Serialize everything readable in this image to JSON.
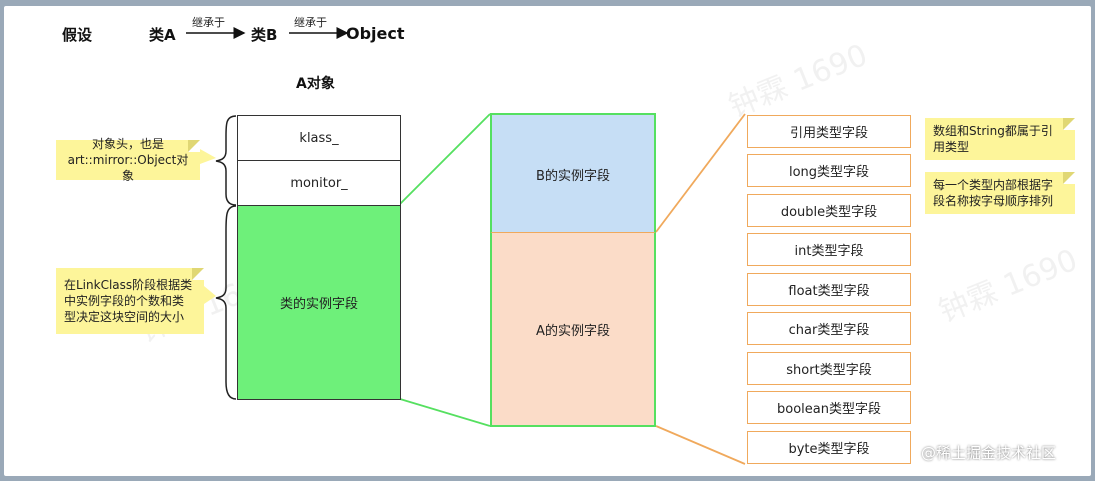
{
  "header": {
    "assume": "假设",
    "class_a": "类A",
    "class_b": "类B",
    "object": "Object",
    "inherit_label_1": "继承于",
    "inherit_label_2": "继承于"
  },
  "object_title": "A对象",
  "object_blocks": {
    "klass": "klass_",
    "monitor": "monitor_",
    "instance_fields": "类的实例字段"
  },
  "notes": {
    "header_note": [
      "对象头，也是",
      "art::mirror::Object对象"
    ],
    "linkclass_note": [
      "在LinkClass阶段根据类",
      "中实例字段的个数和类",
      "型决定这块空间的大小"
    ],
    "ref_note": [
      "数组和String都属于引",
      "用类型"
    ],
    "sort_note": [
      "每一个类型内部根据字",
      "段名称按字母顺序排列"
    ]
  },
  "middle_blocks": {
    "b_fields": "B的实例字段",
    "a_fields": "A的实例字段"
  },
  "field_types": [
    "引用类型字段",
    "long类型字段",
    "double类型字段",
    "int类型字段",
    "float类型字段",
    "char类型字段",
    "short类型字段",
    "boolean类型字段",
    "byte类型字段"
  ],
  "watermark_text": "钟霖 1690",
  "site_watermark": "@稀土掘金技术社区",
  "colors": {
    "green_fill": "#6ef07a",
    "green_line": "#55e060",
    "blue_fill": "#c6def5",
    "peach_fill": "#fbdcc8",
    "orange_line": "#f0a95c",
    "note_yellow": "#fdf59a"
  }
}
